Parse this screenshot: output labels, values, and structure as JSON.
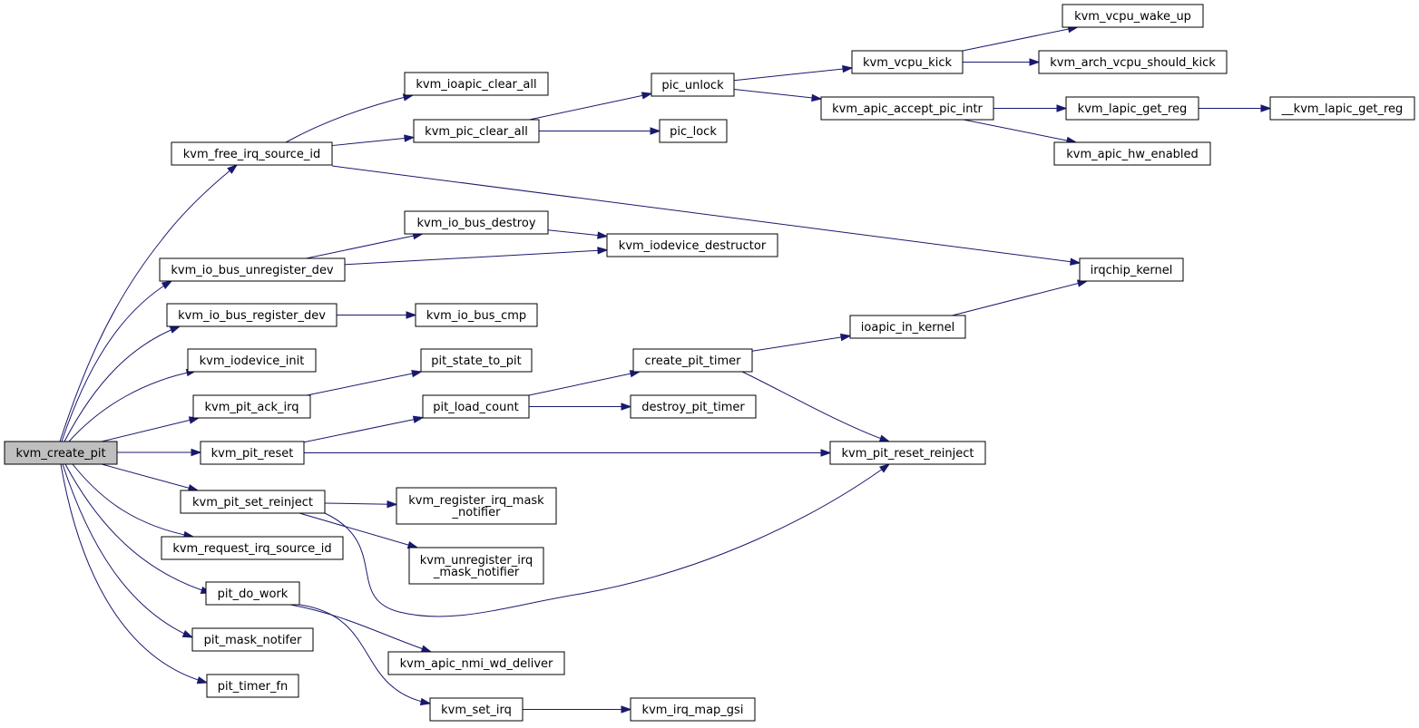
{
  "graph": {
    "nodes": [
      {
        "id": "kvm_create_pit",
        "lines": [
          "kvm_create_pit"
        ],
        "root": true
      },
      {
        "id": "kvm_free_irq_source_id",
        "lines": [
          "kvm_free_irq_source_id"
        ]
      },
      {
        "id": "kvm_ioapic_clear_all",
        "lines": [
          "kvm_ioapic_clear_all"
        ]
      },
      {
        "id": "kvm_pic_clear_all",
        "lines": [
          "kvm_pic_clear_all"
        ]
      },
      {
        "id": "pic_unlock",
        "lines": [
          "pic_unlock"
        ]
      },
      {
        "id": "pic_lock",
        "lines": [
          "pic_lock"
        ]
      },
      {
        "id": "kvm_vcpu_kick",
        "lines": [
          "kvm_vcpu_kick"
        ]
      },
      {
        "id": "kvm_vcpu_wake_up",
        "lines": [
          "kvm_vcpu_wake_up"
        ]
      },
      {
        "id": "kvm_arch_vcpu_should_kick",
        "lines": [
          "kvm_arch_vcpu_should_kick"
        ]
      },
      {
        "id": "kvm_apic_accept_pic_intr",
        "lines": [
          "kvm_apic_accept_pic_intr"
        ]
      },
      {
        "id": "kvm_lapic_get_reg",
        "lines": [
          "kvm_lapic_get_reg"
        ]
      },
      {
        "id": "__kvm_lapic_get_reg",
        "lines": [
          "__kvm_lapic_get_reg"
        ]
      },
      {
        "id": "kvm_apic_hw_enabled",
        "lines": [
          "kvm_apic_hw_enabled"
        ]
      },
      {
        "id": "irqchip_kernel",
        "lines": [
          "irqchip_kernel"
        ]
      },
      {
        "id": "kvm_io_bus_unregister_dev",
        "lines": [
          "kvm_io_bus_unregister_dev"
        ]
      },
      {
        "id": "kvm_io_bus_destroy",
        "lines": [
          "kvm_io_bus_destroy"
        ]
      },
      {
        "id": "kvm_iodevice_destructor",
        "lines": [
          "kvm_iodevice_destructor"
        ]
      },
      {
        "id": "kvm_io_bus_register_dev",
        "lines": [
          "kvm_io_bus_register_dev"
        ]
      },
      {
        "id": "kvm_io_bus_cmp",
        "lines": [
          "kvm_io_bus_cmp"
        ]
      },
      {
        "id": "kvm_iodevice_init",
        "lines": [
          "kvm_iodevice_init"
        ]
      },
      {
        "id": "kvm_pit_ack_irq",
        "lines": [
          "kvm_pit_ack_irq"
        ]
      },
      {
        "id": "pit_state_to_pit",
        "lines": [
          "pit_state_to_pit"
        ]
      },
      {
        "id": "kvm_pit_reset",
        "lines": [
          "kvm_pit_reset"
        ]
      },
      {
        "id": "pit_load_count",
        "lines": [
          "pit_load_count"
        ]
      },
      {
        "id": "create_pit_timer",
        "lines": [
          "create_pit_timer"
        ]
      },
      {
        "id": "ioapic_in_kernel",
        "lines": [
          "ioapic_in_kernel"
        ]
      },
      {
        "id": "destroy_pit_timer",
        "lines": [
          "destroy_pit_timer"
        ]
      },
      {
        "id": "kvm_pit_reset_reinject",
        "lines": [
          "kvm_pit_reset_reinject"
        ]
      },
      {
        "id": "kvm_pit_set_reinject",
        "lines": [
          "kvm_pit_set_reinject"
        ]
      },
      {
        "id": "kvm_register_irq_mask_notifier",
        "lines": [
          "kvm_register_irq_mask",
          "_notifier"
        ]
      },
      {
        "id": "kvm_unregister_irq_mask_notifier",
        "lines": [
          "kvm_unregister_irq",
          "_mask_notifier"
        ]
      },
      {
        "id": "kvm_request_irq_source_id",
        "lines": [
          "kvm_request_irq_source_id"
        ]
      },
      {
        "id": "pit_do_work",
        "lines": [
          "pit_do_work"
        ]
      },
      {
        "id": "kvm_apic_nmi_wd_deliver",
        "lines": [
          "kvm_apic_nmi_wd_deliver"
        ]
      },
      {
        "id": "kvm_set_irq",
        "lines": [
          "kvm_set_irq"
        ]
      },
      {
        "id": "kvm_irq_map_gsi",
        "lines": [
          "kvm_irq_map_gsi"
        ]
      },
      {
        "id": "pit_mask_notifer",
        "lines": [
          "pit_mask_notifer"
        ]
      },
      {
        "id": "pit_timer_fn",
        "lines": [
          "pit_timer_fn"
        ]
      }
    ],
    "edges": [
      [
        "kvm_create_pit",
        "kvm_free_irq_source_id"
      ],
      [
        "kvm_create_pit",
        "kvm_io_bus_unregister_dev"
      ],
      [
        "kvm_create_pit",
        "kvm_io_bus_register_dev"
      ],
      [
        "kvm_create_pit",
        "kvm_iodevice_init"
      ],
      [
        "kvm_create_pit",
        "kvm_pit_ack_irq"
      ],
      [
        "kvm_create_pit",
        "kvm_pit_reset"
      ],
      [
        "kvm_create_pit",
        "kvm_pit_set_reinject"
      ],
      [
        "kvm_create_pit",
        "kvm_request_irq_source_id"
      ],
      [
        "kvm_create_pit",
        "pit_do_work"
      ],
      [
        "kvm_create_pit",
        "pit_mask_notifer"
      ],
      [
        "kvm_create_pit",
        "pit_timer_fn"
      ],
      [
        "kvm_free_irq_source_id",
        "kvm_ioapic_clear_all"
      ],
      [
        "kvm_free_irq_source_id",
        "kvm_pic_clear_all"
      ],
      [
        "kvm_free_irq_source_id",
        "irqchip_kernel"
      ],
      [
        "kvm_pic_clear_all",
        "pic_unlock"
      ],
      [
        "kvm_pic_clear_all",
        "pic_lock"
      ],
      [
        "pic_unlock",
        "kvm_vcpu_kick"
      ],
      [
        "pic_unlock",
        "kvm_apic_accept_pic_intr"
      ],
      [
        "kvm_vcpu_kick",
        "kvm_vcpu_wake_up"
      ],
      [
        "kvm_vcpu_kick",
        "kvm_arch_vcpu_should_kick"
      ],
      [
        "kvm_apic_accept_pic_intr",
        "kvm_lapic_get_reg"
      ],
      [
        "kvm_apic_accept_pic_intr",
        "kvm_apic_hw_enabled"
      ],
      [
        "kvm_lapic_get_reg",
        "__kvm_lapic_get_reg"
      ],
      [
        "kvm_io_bus_unregister_dev",
        "kvm_io_bus_destroy"
      ],
      [
        "kvm_io_bus_unregister_dev",
        "kvm_iodevice_destructor"
      ],
      [
        "kvm_io_bus_destroy",
        "kvm_iodevice_destructor"
      ],
      [
        "kvm_io_bus_register_dev",
        "kvm_io_bus_cmp"
      ],
      [
        "kvm_pit_ack_irq",
        "pit_state_to_pit"
      ],
      [
        "kvm_pit_reset",
        "pit_load_count"
      ],
      [
        "kvm_pit_reset",
        "kvm_pit_reset_reinject"
      ],
      [
        "pit_load_count",
        "create_pit_timer"
      ],
      [
        "pit_load_count",
        "destroy_pit_timer"
      ],
      [
        "create_pit_timer",
        "ioapic_in_kernel"
      ],
      [
        "create_pit_timer",
        "kvm_pit_reset_reinject"
      ],
      [
        "ioapic_in_kernel",
        "irqchip_kernel"
      ],
      [
        "kvm_pit_set_reinject",
        "kvm_register_irq_mask_notifier"
      ],
      [
        "kvm_pit_set_reinject",
        "kvm_unregister_irq_mask_notifier"
      ],
      [
        "kvm_pit_set_reinject",
        "kvm_pit_reset_reinject"
      ],
      [
        "pit_do_work",
        "kvm_apic_nmi_wd_deliver"
      ],
      [
        "pit_do_work",
        "kvm_set_irq"
      ],
      [
        "kvm_set_irq",
        "kvm_irq_map_gsi"
      ]
    ]
  }
}
